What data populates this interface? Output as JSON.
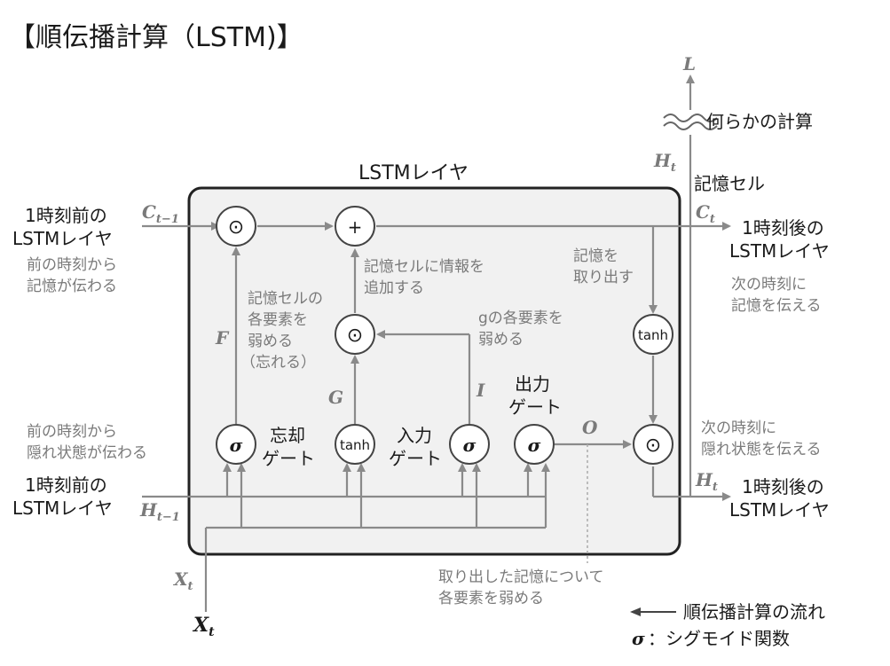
{
  "title": "【順伝播計算（LSTM)】",
  "box_title": "LSTMレイヤ",
  "ops": {
    "mul": "⊙",
    "add": "+",
    "sigma": "σ",
    "tanh": "tanh"
  },
  "vars": {
    "c_prev": "C",
    "c_prev_sub": "t−1",
    "c_t": "C",
    "c_t_sub": "t",
    "h_prev": "H",
    "h_prev_sub": "t−1",
    "h_t_top": "H",
    "h_t_top_sub": "t",
    "h_t_out": "H",
    "h_t_out_sub": "t",
    "x_in": "X",
    "x_in_sub": "t",
    "x_bottom": "X",
    "x_bottom_sub": "t",
    "f": "F",
    "g": "G",
    "i": "I",
    "o": "O",
    "loss": "L"
  },
  "labels": {
    "some_calc": "何らかの計算",
    "memory_cell": "記憶セル",
    "prev_layer_top_1": "1時刻前の",
    "prev_layer_top_2": "LSTMレイヤ",
    "prev_mem_1": "前の時刻から",
    "prev_mem_2": "記憶が伝わる",
    "next_layer_top_1": "1時刻後の",
    "next_layer_top_2": "LSTMレイヤ",
    "next_mem_1": "次の時刻に",
    "next_mem_2": "記憶を伝える",
    "forget_note_1": "記憶セルの",
    "forget_note_2": "各要素を",
    "forget_note_3": "弱める",
    "forget_note_4": "（忘れる）",
    "add_info_1": "記憶セルに情報を",
    "add_info_2": "追加する",
    "g_weaken_1": "gの各要素を",
    "g_weaken_2": "弱める",
    "extract_1": "記憶を",
    "extract_2": "取り出す",
    "output_gate_1": "出力",
    "output_gate_2": "ゲート",
    "forget_gate_1": "忘却",
    "forget_gate_2": "ゲート",
    "input_gate_1": "入力",
    "input_gate_2": "ゲート",
    "prev_hidden_1": "前の時刻から",
    "prev_hidden_2": "隠れ状態が伝わる",
    "prev_layer_bot_1": "1時刻前の",
    "prev_layer_bot_2": "LSTMレイヤ",
    "next_hidden_1": "次の時刻に",
    "next_hidden_2": "隠れ状態を伝える",
    "next_layer_bot_1": "1時刻後の",
    "next_layer_bot_2": "LSTMレイヤ",
    "weaken_extracted_1": "取り出した記憶について",
    "weaken_extracted_2": "各要素を弱める",
    "legend_flow": "順伝播計算の流れ",
    "legend_sigma_sym": "σ",
    "legend_sigma_text": "：シグモイド関数"
  }
}
